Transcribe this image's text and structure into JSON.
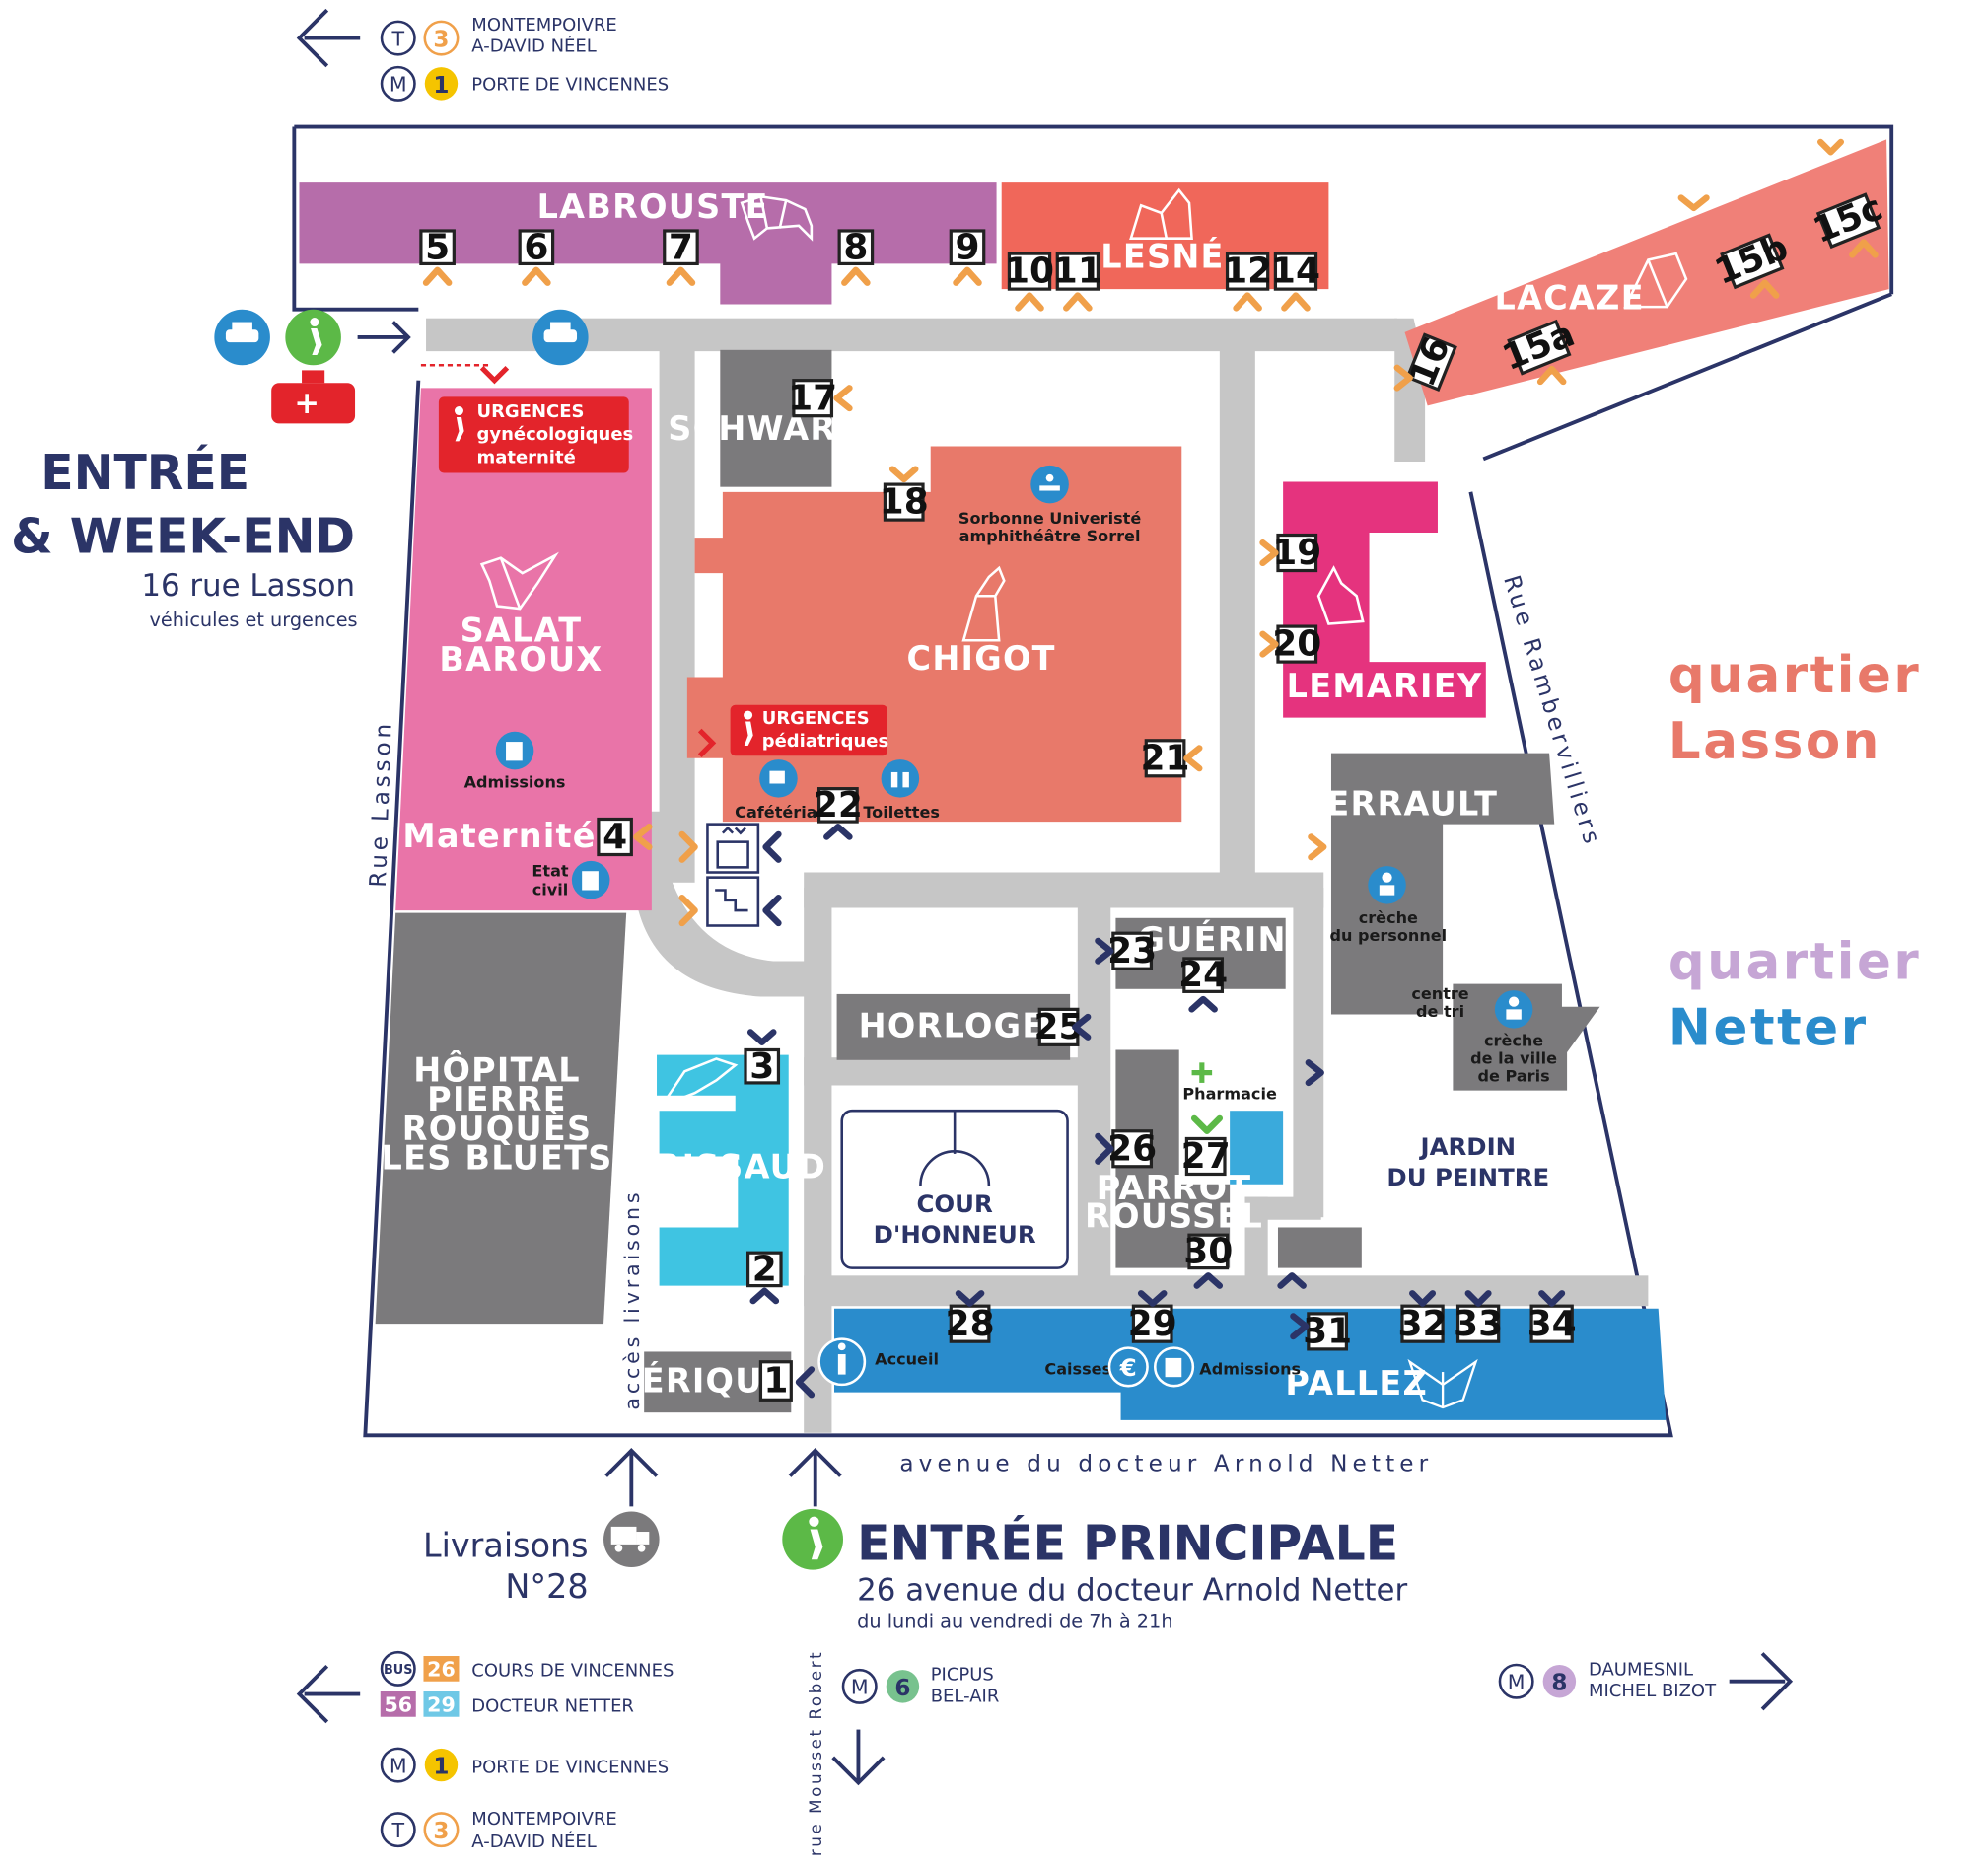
{
  "colors": {
    "navy": "#2b3467",
    "purple": "#b66daa",
    "coral": "#f0675a",
    "salmon": "#f08078",
    "pink": "#e974a8",
    "magenta": "#e5337e",
    "chigot": "#e8796a",
    "gray_building": "#7b7a7c",
    "cyan": "#3fc4e2",
    "blue": "#2a8ccc",
    "road": "#c6c6c6",
    "orange": "#f0a04a",
    "red": "#e3242b",
    "green": "#5cb947",
    "lasson_label": "#e8796a",
    "netter_label_1": "#c6a6d5",
    "netter_label_2": "#2a8ccc"
  },
  "transit_top": {
    "tram_badge": "T",
    "tram_line": "3",
    "tram_stop_1": "MONTEMPOIVRE",
    "tram_stop_2": "A-DAVID NÉEL",
    "metro_badge": "M",
    "metro_line": "1",
    "metro_stop": "PORTE DE VINCENNES"
  },
  "entree_weekend": {
    "title_1": "ENTRÉE",
    "title_2": "& WEEK-END",
    "address": "16 rue Lasson",
    "note": "véhicules et urgences"
  },
  "streets": {
    "rue_lasson": "Rue Lasson",
    "rue_rambervilliers": "Rue Rambervilliers",
    "avenue_netter": "avenue du docteur Arnold Netter",
    "acces_livraisons": "accès livraisons",
    "rue_mousset": "rue Mousset Robert"
  },
  "quartiers": {
    "lasson_1": "quartier",
    "lasson_2": "Lasson",
    "netter_1": "quartier",
    "netter_2": "Netter"
  },
  "buildings": {
    "labrouste": "LABROUSTE",
    "lesne": "LESNÉ",
    "lacaze": "LACAZE",
    "schwartz": "SCHWARTZ",
    "chigot": "CHIGOT",
    "lemariey": "LEMARIEY",
    "salat_1": "SALAT",
    "salat_2": "BAROUX",
    "maternite": "Maternité",
    "perrault": "PERRAULT",
    "guerin": "GUÉRIN",
    "horloge": "HORLOGE",
    "hopital_1": "HÔPITAL",
    "hopital_2": "PIERRE",
    "hopital_3": "ROUQUÈS",
    "hopital_4": "LES BLUETS",
    "brissaud": "BRISSAUD",
    "cour_1": "COUR",
    "cour_2": "D'HONNEUR",
    "parrot_1": "PARROT",
    "parrot_2": "ROUSSEL",
    "jardin_1": "JARDIN",
    "jardin_2": "DU PEINTRE",
    "derique": "DÉRIQUE",
    "pallez": "PALLEZ"
  },
  "labels": {
    "urgences_gyn_1": "URGENCES",
    "urgences_gyn_2": "gynécologiques",
    "urgences_gyn_3": "maternité",
    "urgences_ped_1": "URGENCES",
    "urgences_ped_2": "pédiatriques",
    "sorbonne_1": "Sorbonne Univeristé",
    "sorbonne_2": "amphithéâtre Sorrel",
    "admissions_salat": "Admissions",
    "etat_civil_1": "Etat",
    "etat_civil_2": "civil",
    "cafeteria": "Cafétéria",
    "toilettes": "Toilettes",
    "creche_personnel_1": "crèche",
    "creche_personnel_2": "du personnel",
    "centre_tri_1": "centre",
    "centre_tri_2": "de tri",
    "creche_ville_1": "crèche",
    "creche_ville_2": "de la ville",
    "creche_ville_3": "de Paris",
    "pharmacie": "Pharmacie",
    "accueil": "Accueil",
    "caisses": "Caisses",
    "admissions_pallez": "Admissions"
  },
  "doors": {
    "d1": "1",
    "d2": "2",
    "d3": "3",
    "d4": "4",
    "d5": "5",
    "d6": "6",
    "d7": "7",
    "d8": "8",
    "d9": "9",
    "d10": "10",
    "d11": "11",
    "d12": "12",
    "d14": "14",
    "d15a": "15a",
    "d15b": "15b",
    "d15c": "15c",
    "d16": "16",
    "d17": "17",
    "d18": "18",
    "d19": "19",
    "d20": "20",
    "d21": "21",
    "d22": "22",
    "d23": "23",
    "d24": "24",
    "d25": "25",
    "d26": "26",
    "d27": "27",
    "d28": "28",
    "d29": "29",
    "d30": "30",
    "d31": "31",
    "d32": "32",
    "d33": "33",
    "d34": "34"
  },
  "livraisons": {
    "line_1": "Livraisons",
    "line_2": "N°28"
  },
  "entree_principale": {
    "title": "ENTRÉE PRINCIPALE",
    "address": "26 avenue du docteur Arnold Netter",
    "hours": "du lundi au vendredi de 7h à 21h"
  },
  "transit_bottom": {
    "bus_badge": "BUS",
    "bus_26": "26",
    "bus_26_stop": "COURS DE VINCENNES",
    "bus_56": "56",
    "bus_29": "29",
    "bus_29_stop": "DOCTEUR NETTER",
    "metro_badge": "M",
    "metro_1": "1",
    "metro_1_stop": "PORTE DE VINCENNES",
    "tram_badge": "T",
    "tram_3": "3",
    "tram_stop_1": "MONTEMPOIVRE",
    "tram_stop_2": "A-DAVID NÉEL",
    "metro_6": "6",
    "metro_6_stop_1": "PICPUS",
    "metro_6_stop_2": "BEL-AIR",
    "metro_8": "8",
    "metro_8_stop_1": "DAUMESNIL",
    "metro_8_stop_2": "MICHEL BIZOT"
  },
  "icons": [
    "left-arrow-icon",
    "right-arrow-icon",
    "up-arrow-icon",
    "down-arrow-icon",
    "car-icon",
    "pedestrian-icon",
    "ambulance-icon",
    "wolf-icon",
    "cat-icon",
    "bird-icon",
    "giraffe-icon",
    "rabbit-icon",
    "dolphin-icon",
    "butterfly-icon",
    "deer-icon",
    "info-icon",
    "euro-icon",
    "admissions-icon",
    "cafe-icon",
    "toilets-icon",
    "elevator-icon",
    "stairs-icon",
    "amphitheatre-icon",
    "creche-icon",
    "pharmacy-cross-icon",
    "truck-icon"
  ]
}
